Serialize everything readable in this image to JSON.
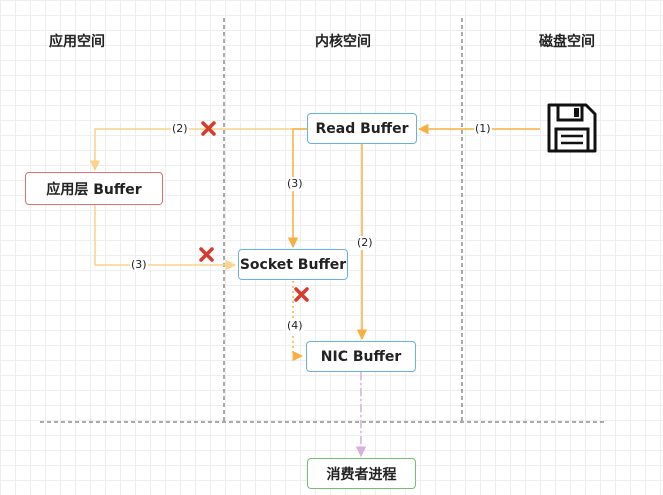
{
  "lanes": {
    "app_space": "应用空间",
    "kernel_space": "内核空间",
    "disk_space": "磁盘空间"
  },
  "boxes": {
    "read_buffer": "Read Buffer",
    "app_buffer": "应用层 Buffer",
    "socket_buffer": "Socket Buffer",
    "nic_buffer": "NIC Buffer",
    "consumer": "消费者进程"
  },
  "step_labels": {
    "disk_to_read": "(1)",
    "read_to_app": "(2)",
    "read_to_socket": "(3)",
    "app_to_socket": "(3)",
    "read_to_nic": "(2)",
    "socket_to_nic": "(4)"
  },
  "icons": {
    "disk": "floppy-disk-icon",
    "cancel": "red-x-icon"
  },
  "colors": {
    "arrow": "#f5b041",
    "arrow_light": "#f9d48a",
    "box_border_blue": "#6ab0e0",
    "box_border_red": "#e07070",
    "box_border_green": "#70c070",
    "consumer_arrow": "#d8b0e0",
    "cross": "#d93a2b"
  }
}
